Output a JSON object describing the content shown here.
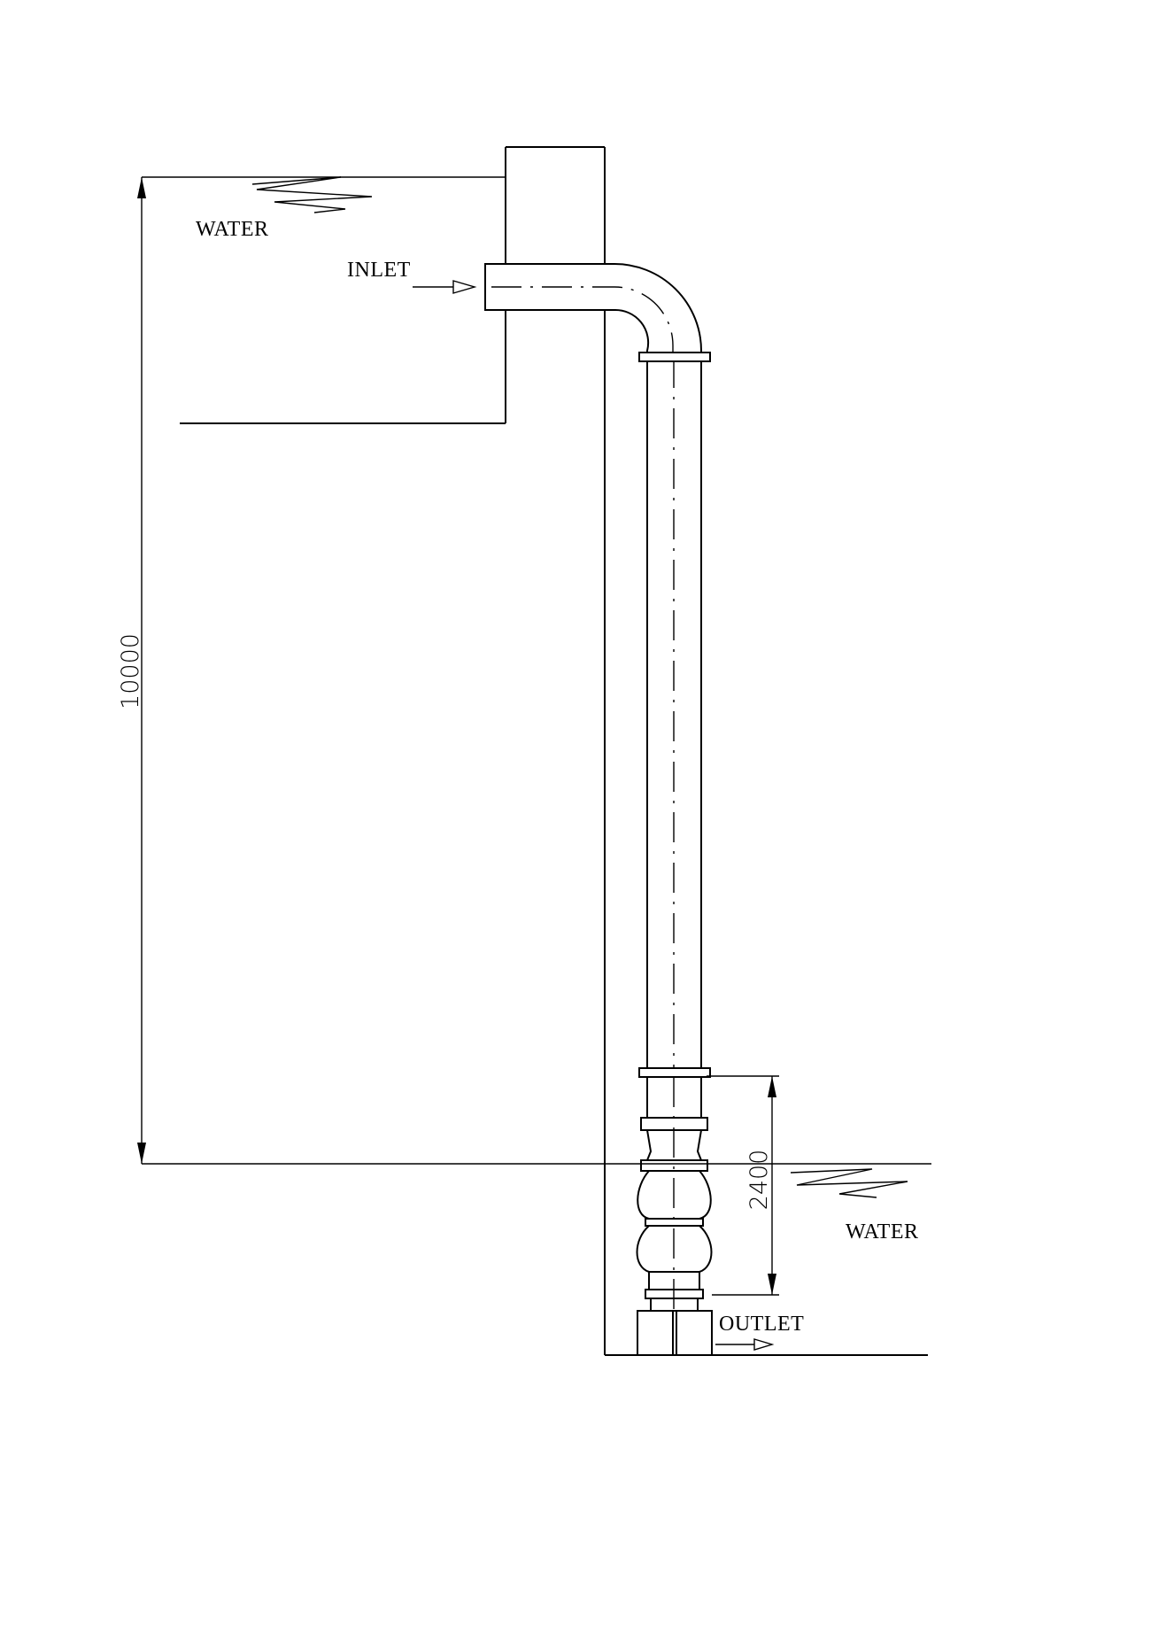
{
  "labels": {
    "water_upper": "WATER",
    "inlet": "INLET",
    "water_lower": "WATER",
    "outlet": "OUTLET"
  },
  "dimensions": {
    "head": "10000",
    "submergence": "2400"
  },
  "colors": {
    "line": "#000000",
    "background": "#ffffff"
  }
}
